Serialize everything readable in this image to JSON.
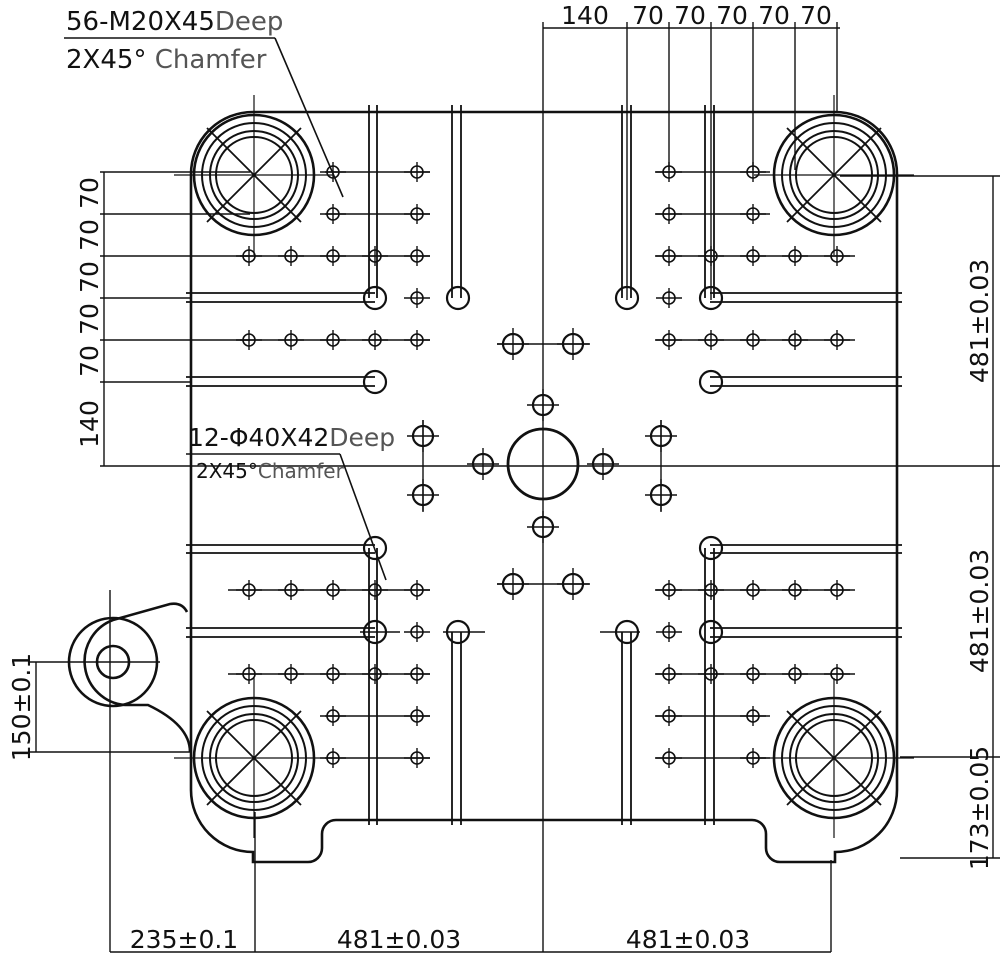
{
  "callouts": {
    "tapped_holes": {
      "spec": "56-M20X45",
      "depth_word": "Deep",
      "chamfer_spec": "2X45°",
      "chamfer_word": "Chamfer"
    },
    "bored_holes": {
      "spec": "12-Φ40X42",
      "depth_word": "Deep",
      "chamfer_spec": "2X45°",
      "chamfer_word": "Chamfer"
    }
  },
  "dimensions": {
    "top_pitch": [
      "140",
      "70",
      "70",
      "70",
      "70",
      "70"
    ],
    "left_pitch": [
      "70",
      "70",
      "70",
      "70",
      "70",
      "140"
    ],
    "right": [
      "481±0.03",
      "481±0.03",
      "173±0.05"
    ],
    "left_offset": "150±0.1",
    "bottom": [
      "235±0.1",
      "481±0.03",
      "481±0.03"
    ]
  }
}
